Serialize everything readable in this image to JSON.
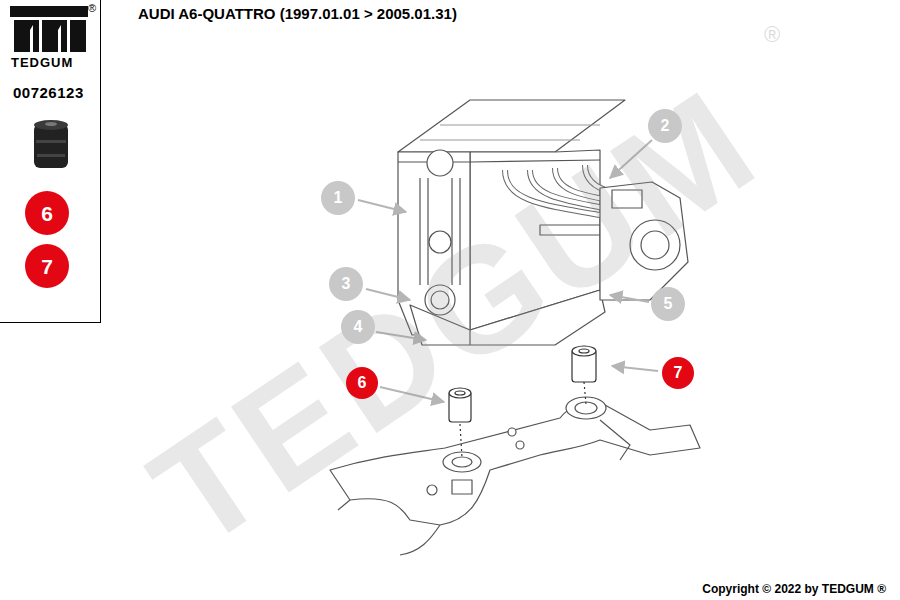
{
  "diagram": {
    "title": "AUDI A6-QUATTRO (1997.01.01 > 2005.01.31)",
    "nodes": [
      {
        "text": [
          "TEDGUM",
          "®",
          "00726123"
        ]
      },
      {
        "text": [
          "6"
        ],
        "in": 0
      },
      {
        "text": [
          "7"
        ],
        "in": 0
      },
      {
        "text": [
          "1"
        ]
      },
      {
        "text": [
          "2"
        ]
      },
      {
        "text": [
          "3"
        ]
      },
      {
        "text": [
          "4"
        ]
      },
      {
        "text": [
          "5"
        ]
      },
      {
        "text": [
          "6"
        ]
      },
      {
        "text": [
          "7"
        ]
      }
    ],
    "labels": [
      "TEDGUM",
      "®",
      "Copyright © 2022 by TEDGUM ®"
    ]
  }
}
